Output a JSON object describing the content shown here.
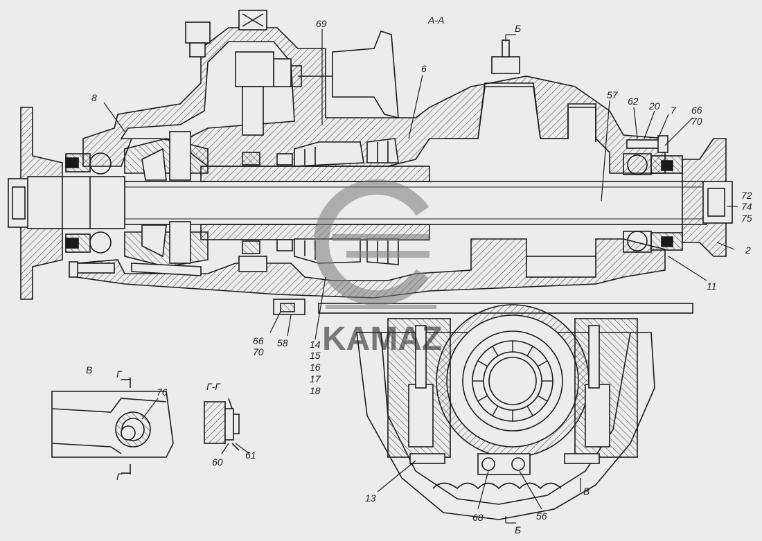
{
  "section_title": "А-А",
  "section_marks": {
    "b_top": "Б",
    "b_bottom": "Б",
    "v": "В"
  },
  "view_v": {
    "title": "В",
    "cut": "Г",
    "label_76": "76"
  },
  "view_gg": {
    "title": "Г-Г",
    "label_60": "60",
    "label_61": "61"
  },
  "watermark": {
    "text": "KAMAZ",
    "color": "#7a7a7a"
  },
  "callouts": {
    "c8": "8",
    "c69": "69",
    "c6": "6",
    "c57": "57",
    "c62": "62",
    "c20": "20",
    "c7": "7",
    "c66a": "66",
    "c70a": "70",
    "c72": "72",
    "c74": "74",
    "c75": "75",
    "c2": "2",
    "c11": "11",
    "c66b": "66",
    "c70b": "70",
    "c58": "58",
    "c14": "14",
    "c15": "15",
    "c16": "16",
    "c17": "17",
    "c18": "18",
    "c13": "13",
    "c68": "68",
    "c56": "56"
  },
  "colors": {
    "line": "#1a1a1a",
    "background": "#ececec",
    "hatch": "#444444"
  }
}
